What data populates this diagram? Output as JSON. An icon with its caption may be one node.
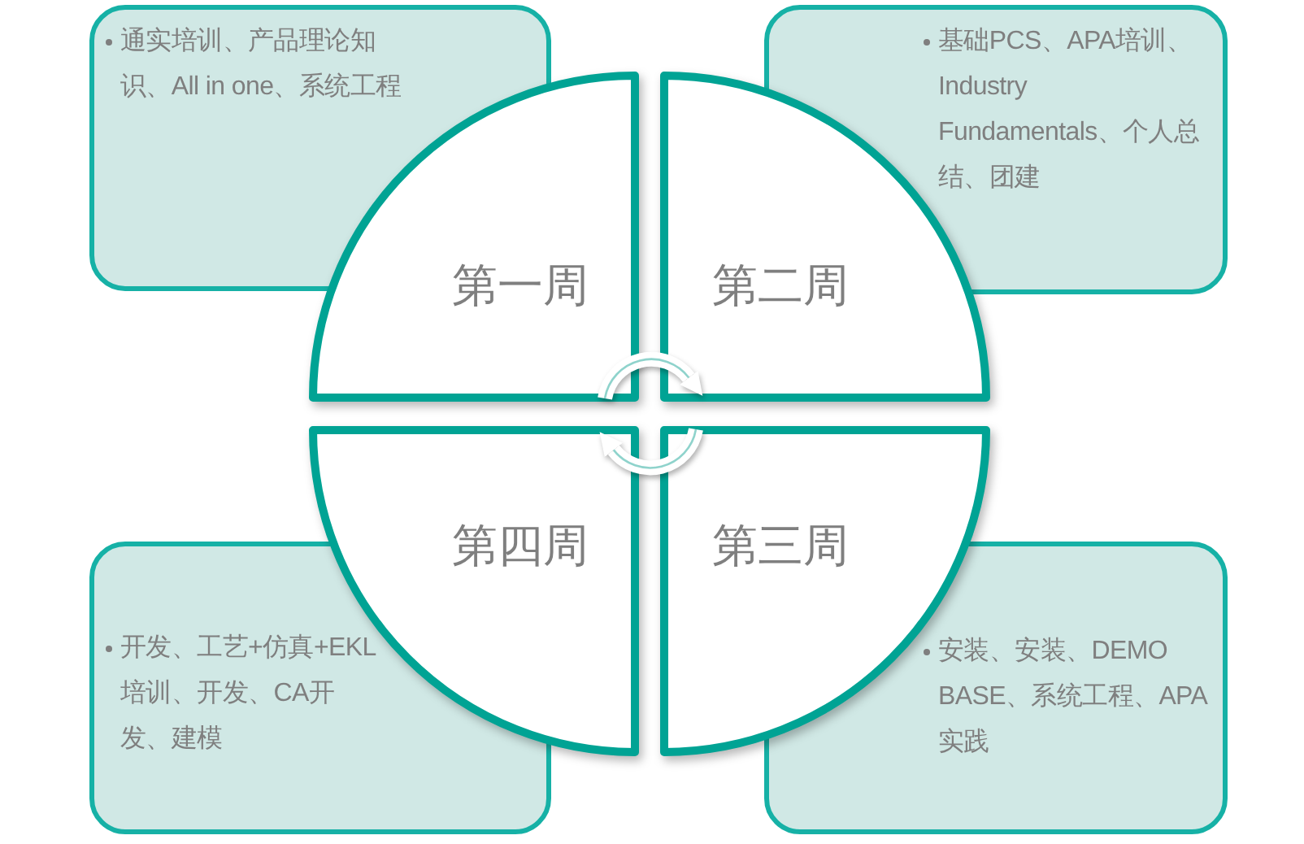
{
  "diagram": {
    "nodes": [
      {
        "text": [
          "通实培训、产品理论知识、All in one、系统工程"
        ]
      },
      {
        "text": [
          "基础PCS、APA培训、Industry Fundamentals、个人总结、团建"
        ]
      },
      {
        "text": [
          "第一周"
        ]
      },
      {
        "text": [
          "第二周"
        ]
      },
      {
        "text": [
          "第四周"
        ]
      },
      {
        "text": [
          "第三周"
        ]
      },
      {
        "text": [
          "开发、工艺+仿真+EKL培训、开发、CA开发、建模"
        ]
      },
      {
        "text": [
          "安装、安装、DEMO BASE、系统工程、APA实践"
        ]
      }
    ],
    "edges": [
      {
        "from": 2,
        "to": 3,
        "arrow": "to"
      },
      {
        "from": 5,
        "to": 4,
        "arrow": "to"
      }
    ]
  }
}
